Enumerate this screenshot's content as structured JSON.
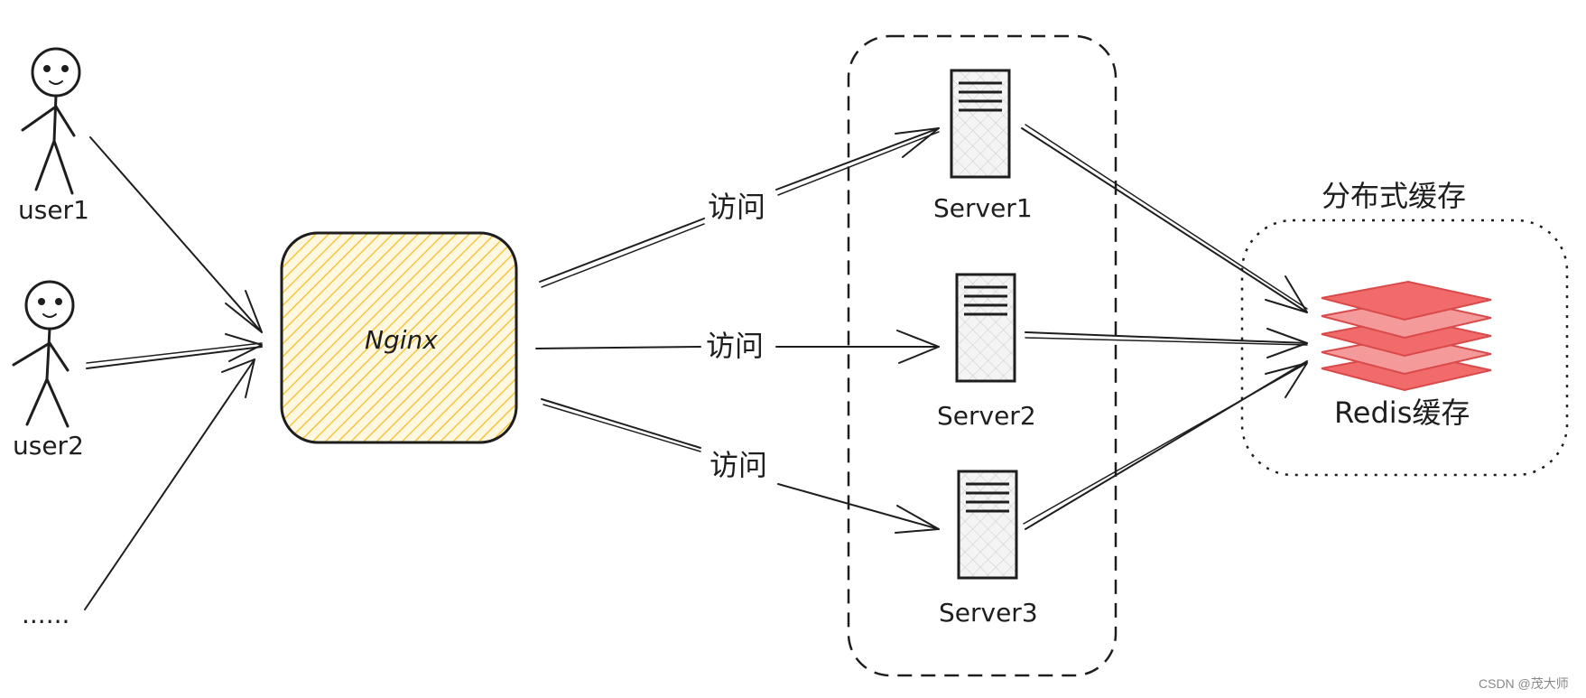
{
  "users": [
    {
      "label": "user1"
    },
    {
      "label": "user2"
    },
    {
      "label": "......"
    }
  ],
  "nginx": {
    "label": "Nginx",
    "color": "#f5c542"
  },
  "edges": {
    "access_label": "访问"
  },
  "servers": [
    {
      "label": "Server1"
    },
    {
      "label": "Server2"
    },
    {
      "label": "Server3"
    }
  ],
  "cache_group": {
    "title": "分布式缓存"
  },
  "redis": {
    "label": "Redis缓存",
    "color": "#f26b6b"
  },
  "watermark": "CSDN @茂大师"
}
